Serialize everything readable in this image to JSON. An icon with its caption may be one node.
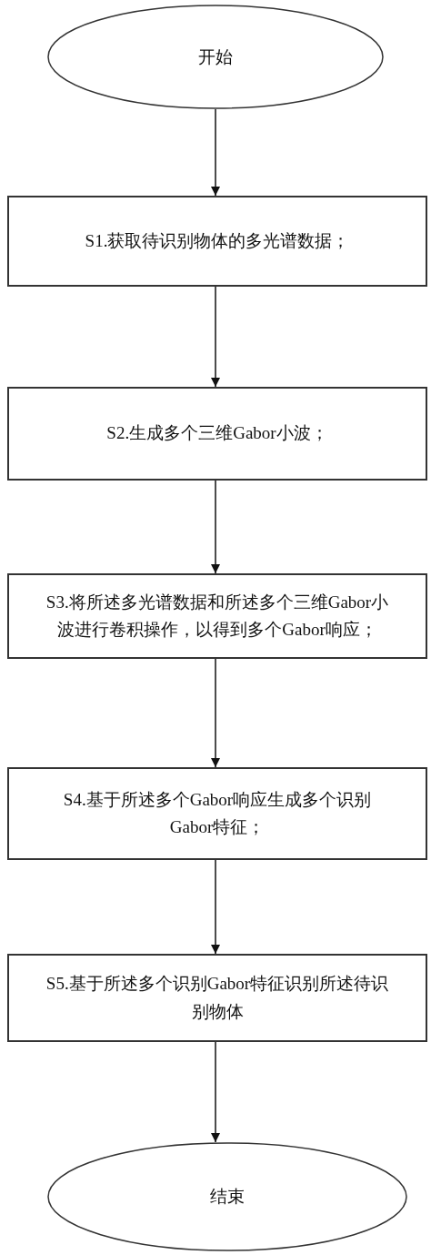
{
  "diagram": {
    "nodes": [
      {
        "text": [
          "开始"
        ]
      },
      {
        "text": [
          "S1.获取待识别物体的多光谱数据；"
        ]
      },
      {
        "text": [
          "S2.生成多个三维Gabor小波；"
        ]
      },
      {
        "text": [
          "S3.将所述多光谱数据和所述多个三维Gabor小波进行卷积操作，以得到多个Gabor响应；"
        ]
      },
      {
        "text": [
          "S4.基于所述多个Gabor响应生成多个识别Gabor特征；"
        ]
      },
      {
        "text": [
          "S5.基于所述多个识别Gabor特征识别所述待识别物体"
        ]
      },
      {
        "text": [
          "结束"
        ]
      }
    ],
    "edges": [
      {
        "from": 0,
        "to": 1,
        "arrow": "to"
      },
      {
        "from": 1,
        "to": 2,
        "arrow": "to"
      },
      {
        "from": 2,
        "to": 3,
        "arrow": "to"
      },
      {
        "from": 3,
        "to": 4,
        "arrow": "to"
      },
      {
        "from": 4,
        "to": 5,
        "arrow": "to"
      },
      {
        "from": 5,
        "to": 6,
        "arrow": "to"
      }
    ]
  }
}
